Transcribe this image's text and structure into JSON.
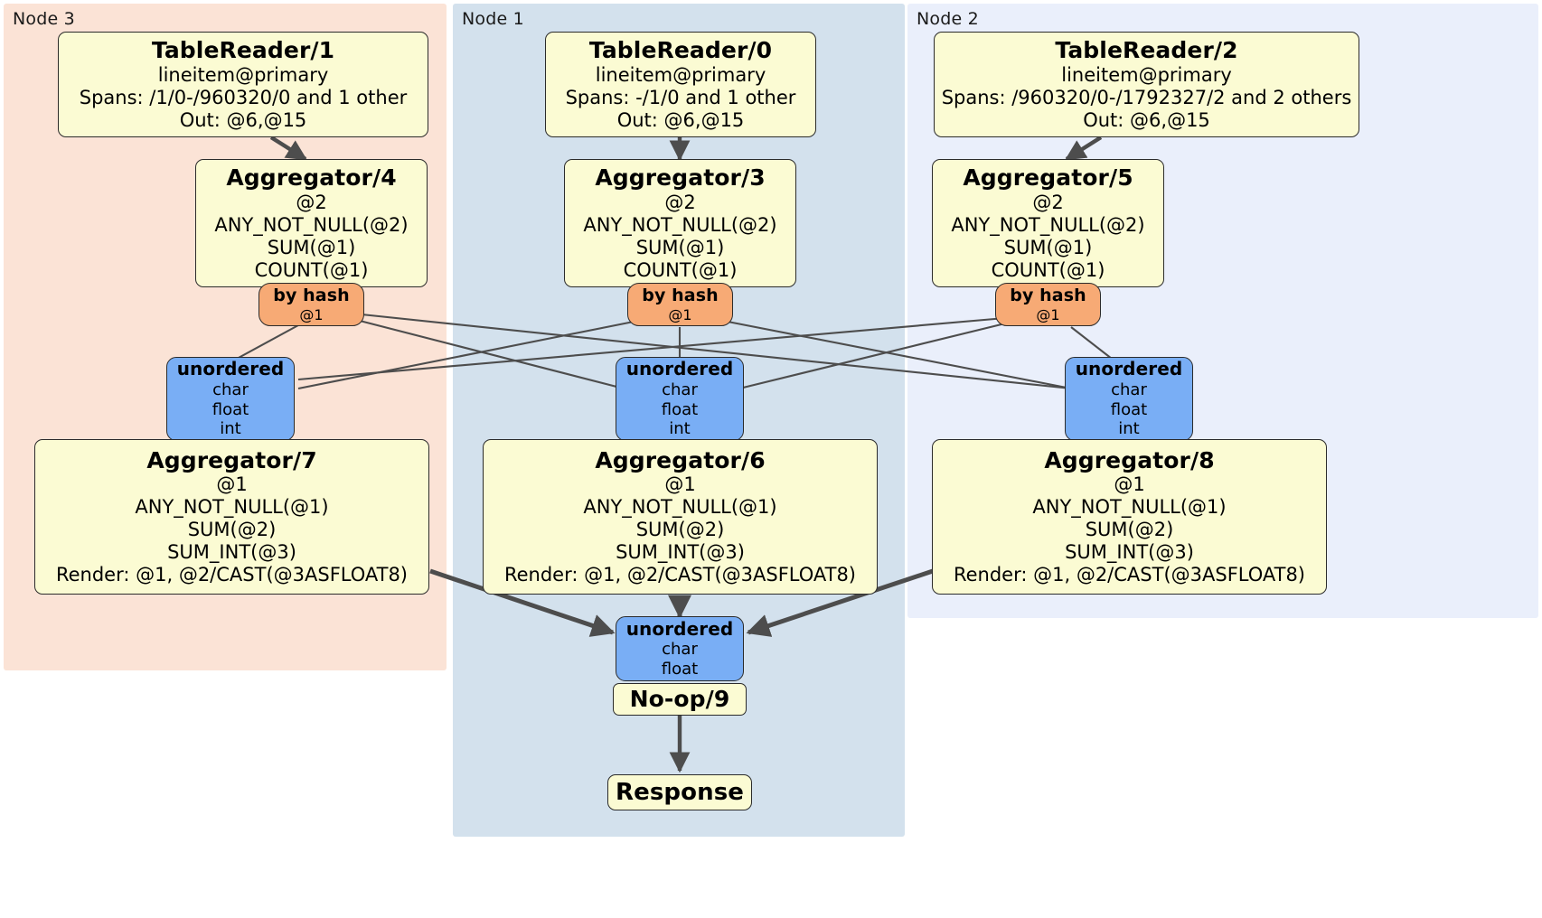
{
  "diagram": {
    "kind": "distributed-query-plan",
    "colors": {
      "node3_panel": "#fbe3d6",
      "node1_panel": "#d3e1ed",
      "node2_panel": "#eaeffb",
      "processor_fill": "#fbfbd3",
      "router_fill": "#79aef5",
      "hash_fill": "#f7aa75",
      "stroke": "#2b2b2b",
      "edge": "#4d4d4d"
    },
    "panels": [
      {
        "id": "node3",
        "label": "Node 3"
      },
      {
        "id": "node1",
        "label": "Node 1"
      },
      {
        "id": "node2",
        "label": "Node 2"
      }
    ],
    "nodes": {
      "tablereader_1": {
        "title": "TableReader/1",
        "lines": [
          "lineitem@primary",
          "Spans: /1/0-/960320/0 and 1 other",
          "Out: @6,@15"
        ]
      },
      "tablereader_0": {
        "title": "TableReader/0",
        "lines": [
          "lineitem@primary",
          "Spans: -/1/0 and 1 other",
          "Out: @6,@15"
        ]
      },
      "tablereader_2": {
        "title": "TableReader/2",
        "lines": [
          "lineitem@primary",
          "Spans: /960320/0-/1792327/2 and 2 others",
          "Out: @6,@15"
        ]
      },
      "aggregator_4": {
        "title": "Aggregator/4",
        "lines": [
          "@2",
          "ANY_NOT_NULL(@2)",
          "SUM(@1)",
          "COUNT(@1)"
        ]
      },
      "aggregator_3": {
        "title": "Aggregator/3",
        "lines": [
          "@2",
          "ANY_NOT_NULL(@2)",
          "SUM(@1)",
          "COUNT(@1)"
        ]
      },
      "aggregator_5": {
        "title": "Aggregator/5",
        "lines": [
          "@2",
          "ANY_NOT_NULL(@2)",
          "SUM(@1)",
          "COUNT(@1)"
        ]
      },
      "byhash_left": {
        "title": "by hash",
        "lines": [
          "@1"
        ]
      },
      "byhash_mid": {
        "title": "by hash",
        "lines": [
          "@1"
        ]
      },
      "byhash_right": {
        "title": "by hash",
        "lines": [
          "@1"
        ]
      },
      "unordered_left": {
        "title": "unordered",
        "lines": [
          "char",
          "float",
          "int"
        ]
      },
      "unordered_mid": {
        "title": "unordered",
        "lines": [
          "char",
          "float",
          "int"
        ]
      },
      "unordered_right": {
        "title": "unordered",
        "lines": [
          "char",
          "float",
          "int"
        ]
      },
      "aggregator_7": {
        "title": "Aggregator/7",
        "lines": [
          "@1",
          "ANY_NOT_NULL(@1)",
          "SUM(@2)",
          "SUM_INT(@3)",
          "Render: @1, @2/CAST(@3ASFLOAT8)"
        ]
      },
      "aggregator_6": {
        "title": "Aggregator/6",
        "lines": [
          "@1",
          "ANY_NOT_NULL(@1)",
          "SUM(@2)",
          "SUM_INT(@3)",
          "Render: @1, @2/CAST(@3ASFLOAT8)"
        ]
      },
      "aggregator_8": {
        "title": "Aggregator/8",
        "lines": [
          "@1",
          "ANY_NOT_NULL(@1)",
          "SUM(@2)",
          "SUM_INT(@3)",
          "Render: @1, @2/CAST(@3ASFLOAT8)"
        ]
      },
      "unordered_final": {
        "title": "unordered",
        "lines": [
          "char",
          "float"
        ]
      },
      "noop_9": {
        "title": "No-op/9"
      },
      "response": {
        "title": "Response"
      }
    }
  }
}
